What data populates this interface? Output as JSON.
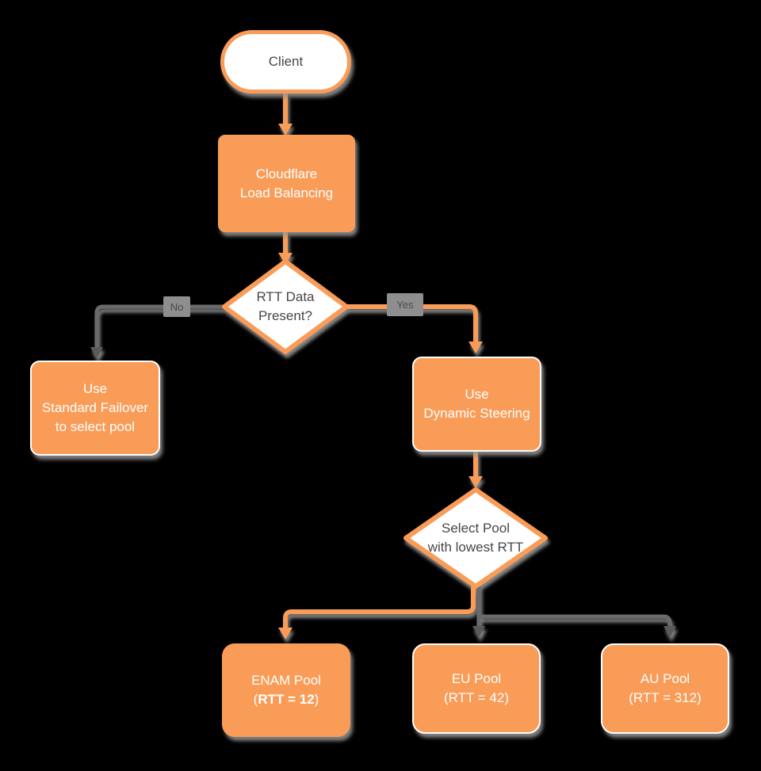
{
  "diagram": {
    "title_context": "Cloudflare load balancing RTT steering flowchart",
    "colors": {
      "background": "#000000",
      "node_fill_orange": "#F99C58",
      "node_fill_white": "#FFFFFF",
      "node_border_orange": "#F99C58",
      "node_border_white": "#FFFFFF",
      "dark_text": "#474747",
      "white_text": "#FFFFFF",
      "gray_connector": "#6B6B6B",
      "gray_arrowhead": "#5A5A5A",
      "edge_label_bg": "#8E8E8E",
      "shadow": "#969696"
    },
    "nodes": {
      "client": {
        "label": "Client"
      },
      "cloudflare": {
        "line1": "Cloudflare",
        "line2": "Load Balancing"
      },
      "rtt_decision": {
        "line1": "RTT Data",
        "line2": "Present?"
      },
      "standard_failover": {
        "line1": "Use",
        "line2": "Standard Failover",
        "line3": "to select pool"
      },
      "dynamic_steering": {
        "line1": "Use",
        "line2": "Dynamic Steering"
      },
      "select_pool": {
        "line1": "Select Pool",
        "line2": "with lowest RTT"
      },
      "enam_pool": {
        "line1": "ENAM Pool",
        "line2_open": "(",
        "line2_bold": "RTT = 12",
        "line2_close": ")"
      },
      "eu_pool": {
        "line1": "EU Pool",
        "line2": "(RTT = 42)"
      },
      "au_pool": {
        "line1": "AU Pool",
        "line2": "(RTT = 312)"
      }
    },
    "edge_labels": {
      "no": "No",
      "yes": "Yes"
    }
  }
}
